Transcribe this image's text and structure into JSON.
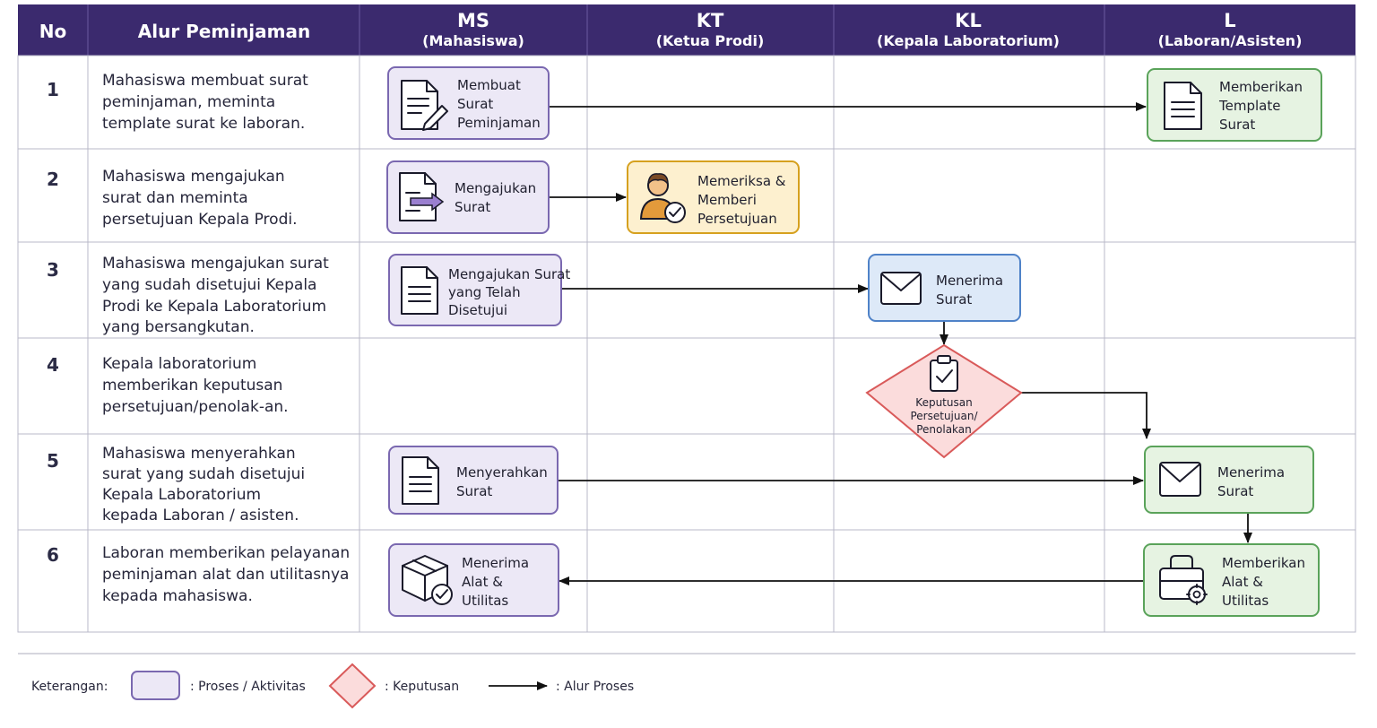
{
  "header": {
    "no": "No",
    "flow": "Alur Peminjaman",
    "lanes": [
      {
        "code": "MS",
        "name": "(Mahasiswa)"
      },
      {
        "code": "KT",
        "name": "(Ketua Prodi)"
      },
      {
        "code": "KL",
        "name": "(Kepala Laboratorium)"
      },
      {
        "code": "L",
        "name": "(Laboran/Asisten)"
      }
    ]
  },
  "rows": [
    {
      "no": "1",
      "desc": [
        "Mahasiswa membuat surat",
        "peminjaman, meminta",
        "template surat ke laboran."
      ]
    },
    {
      "no": "2",
      "desc": [
        "Mahasiswa mengajukan",
        "surat dan meminta",
        "persetujuan Kepala Prodi."
      ]
    },
    {
      "no": "3",
      "desc": [
        "Mahasiswa mengajukan surat",
        "yang sudah disetujui Kepala",
        "Prodi ke Kepala Laboratorium",
        "yang bersangkutan."
      ]
    },
    {
      "no": "4",
      "desc": [
        "Kepala laboratorium",
        "memberikan keputusan",
        "persetujuan/penolak-an."
      ]
    },
    {
      "no": "5",
      "desc": [
        "Mahasiswa menyerahkan",
        "surat yang sudah disetujui",
        "Kepala Laboratorium",
        "kepada Laboran / asisten."
      ]
    },
    {
      "no": "6",
      "desc": [
        "Laboran memberikan pelayanan",
        "peminjaman alat dan utilitasnya",
        "kepada mahasiswa."
      ]
    }
  ],
  "nodes": {
    "ms1": [
      "Membuat",
      "Surat",
      "Peminjaman"
    ],
    "l1": [
      "Memberikan",
      "Template",
      "Surat"
    ],
    "ms2": [
      "Mengajukan",
      "Surat"
    ],
    "kt2": [
      "Memeriksa &",
      "Memberi",
      "Persetujuan"
    ],
    "ms3": [
      "Mengajukan Surat",
      "yang Telah",
      "Disetujui"
    ],
    "kl3": [
      "Menerima",
      "Surat"
    ],
    "kl4": [
      "Keputusan",
      "Persetujuan/",
      "Penolakan"
    ],
    "ms5": [
      "Menyerahkan",
      "Surat"
    ],
    "l5": [
      "Menerima",
      "Surat"
    ],
    "ms6": [
      "Menerima",
      "Alat &",
      "Utilitas"
    ],
    "l6": [
      "Memberikan",
      "Alat &",
      "Utilitas"
    ]
  },
  "legend": {
    "title": "Keterangan:",
    "process": ": Proses / Aktivitas",
    "decision": ": Keputusan",
    "flow": ": Alur Proses"
  },
  "colors": {
    "header": "#3b2a6e",
    "ms": "#ece8f6",
    "kt": "#fdf0cf",
    "kl": "#dde9f8",
    "decision": "#fbdcdc",
    "l": "#e6f3e2"
  }
}
